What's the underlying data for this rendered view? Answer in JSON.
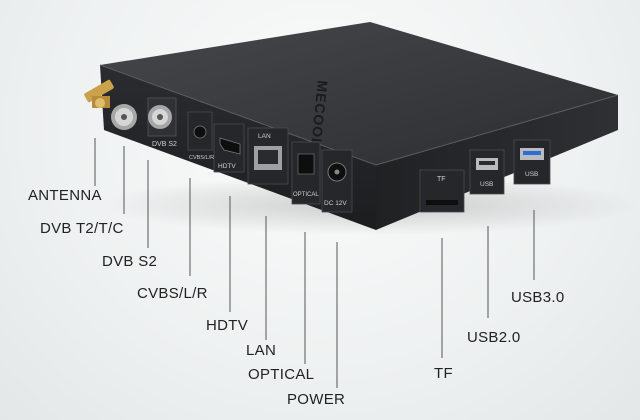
{
  "image": {
    "brand_on_lid": "MECOOL",
    "port_labels": {
      "cvbs": "CVBS/L/R",
      "hdtv": "HDTV",
      "lan": "LAN",
      "optical": "OPTICAL",
      "dc": "DC 12V",
      "dvb_s2": "DVB S2",
      "tf": "TF",
      "usb2": "USB",
      "usb3": "USB"
    },
    "callouts": {
      "antenna": "ANTENNA",
      "dvb_t2": "DVB T2/T/C",
      "dvb_s2": "DVB S2",
      "cvbs": "CVBS/L/R",
      "hdtv": "HDTV",
      "lan": "LAN",
      "optical": "OPTICAL",
      "power": "POWER",
      "tf": "TF",
      "usb2": "USB2.0",
      "usb3": "USB3.0"
    },
    "colors": {
      "device_body": "#2a2c2f",
      "device_top": "#3a3c40",
      "usb3_accent": "#2a6fd6",
      "connector_gold": "#c9a24a",
      "leader_line": "#555555"
    }
  }
}
